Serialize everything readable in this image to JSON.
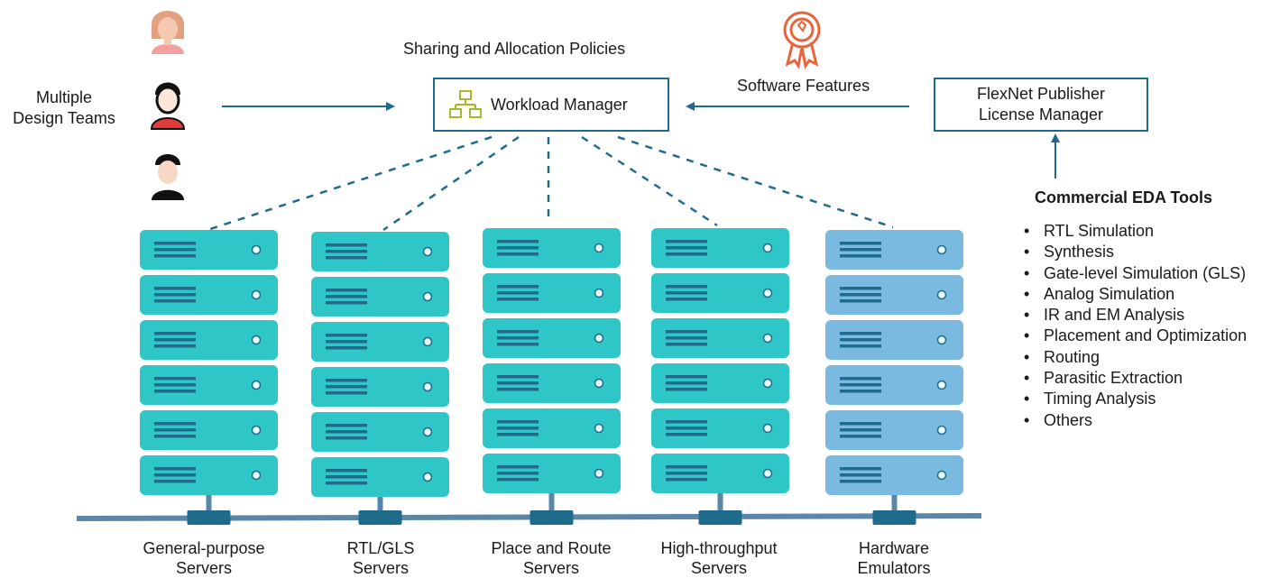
{
  "title": "Sharing and Allocation Policies",
  "teams_label": [
    "Multiple",
    "Design Teams"
  ],
  "workload_manager": {
    "label": "Workload Manager",
    "icon": "network-hierarchy-icon"
  },
  "software_features_label": "Software Features",
  "flexnet": {
    "line1": "FlexNet Publisher",
    "line2": "License Manager"
  },
  "commercial_tools": {
    "title": "Commercial EDA Tools",
    "items": [
      "RTL Simulation",
      "Synthesis",
      "Gate-level Simulation (GLS)",
      "Analog Simulation",
      "IR and EM Analysis",
      "Placement and Optimization",
      "Routing",
      "Parasitic Extraction",
      "Timing Analysis",
      "Others"
    ]
  },
  "server_groups": [
    {
      "line1": "General-purpose",
      "line2": "Servers",
      "color": "#2ec6c6",
      "units": 6
    },
    {
      "line1": "RTL/GLS",
      "line2": "Servers",
      "color": "#2ec6c6",
      "units": 6
    },
    {
      "line1": "Place and Route",
      "line2": "Servers",
      "color": "#2ec6c6",
      "units": 6
    },
    {
      "line1": "High-throughput",
      "line2": "Servers",
      "color": "#2ec6c6",
      "units": 6
    },
    {
      "line1": "Hardware",
      "line2": "Emulators",
      "color": "#7ab9e0",
      "units": 6
    }
  ],
  "colors": {
    "line": "#1f6b8c",
    "accent_icon": "#e8643c",
    "wm_icon": "#a8b82e"
  },
  "icons": {
    "person_female": "woman-avatar-icon",
    "person_male_red": "man-avatar-red-icon",
    "person_male_black": "man-avatar-black-icon",
    "award": "award-ribbon-icon"
  }
}
